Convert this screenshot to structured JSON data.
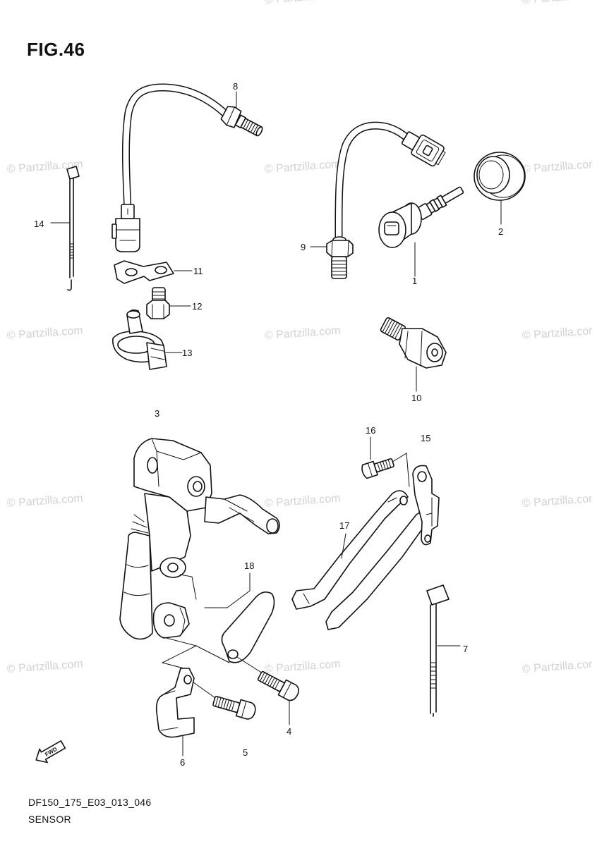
{
  "figure": {
    "title": "FIG.46"
  },
  "watermark": "© Partzilla.com",
  "callouts": [
    "1",
    "2",
    "3",
    "4",
    "5",
    "6",
    "7",
    "8",
    "9",
    "10",
    "11",
    "12",
    "13",
    "14",
    "15",
    "16",
    "17",
    "18"
  ],
  "direction_arrow": {
    "label": "FWD",
    "icon": "fwd-arrow-icon"
  },
  "footer": {
    "diagram_code": "DF150_175_E03_013_046",
    "section": "SENSOR"
  }
}
